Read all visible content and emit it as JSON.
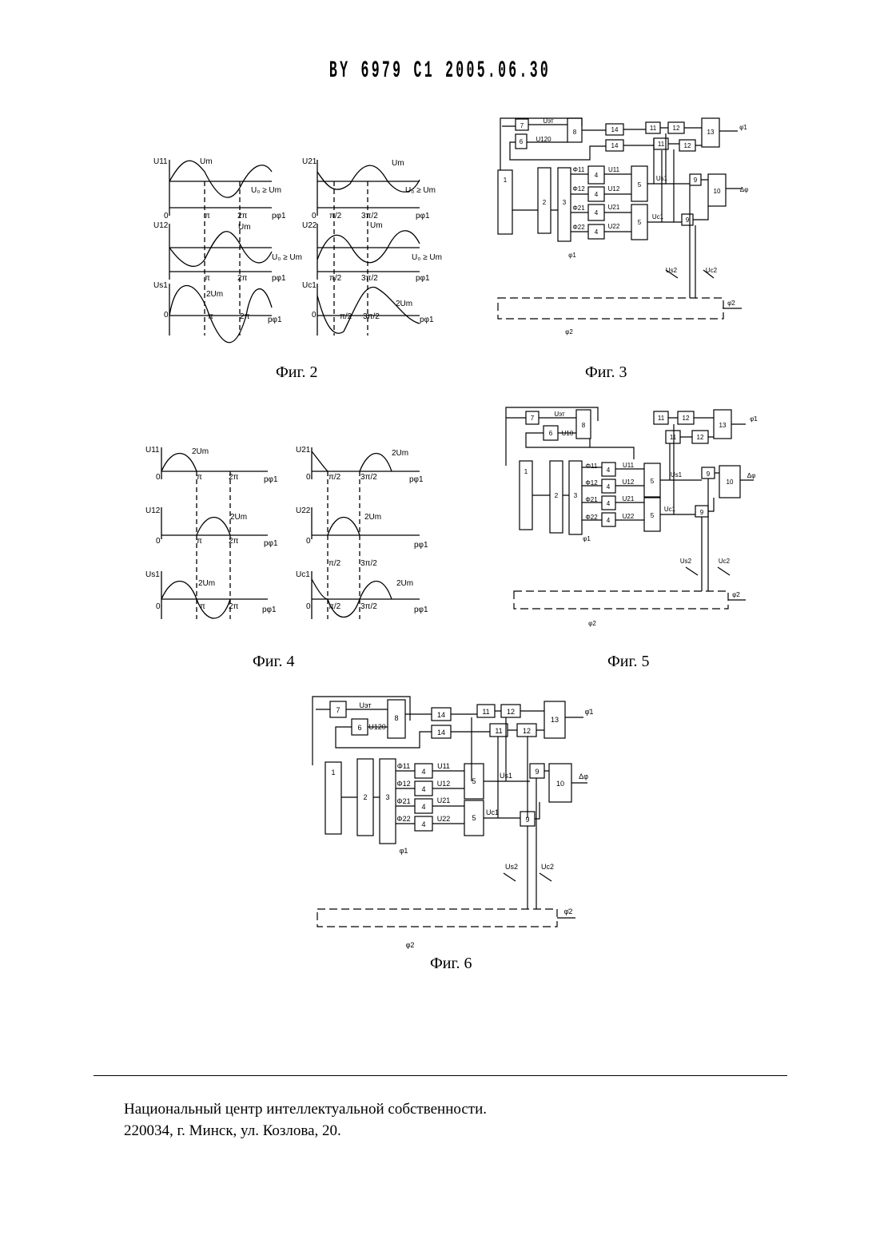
{
  "header": "BY 6979 C1 2005.06.30",
  "captions": {
    "fig2": "Фиг. 2",
    "fig3": "Фиг. 3",
    "fig4": "Фиг. 4",
    "fig5": "Фиг. 5",
    "fig6": "Фиг. 6"
  },
  "footer": {
    "line1": "Национальный центр интеллектуальной собственности.",
    "line2": "220034, г. Минск, ул. Козлова, 20."
  },
  "wave_labels": {
    "u11": "U11",
    "u12": "U12",
    "us1": "Us1",
    "u21": "U21",
    "u22": "U22",
    "uc1": "Uc1",
    "um": "Um",
    "two_um": "2Um",
    "u0": "U₀ ≥ Um",
    "zero": "0",
    "pi": "π",
    "two_pi": "2π",
    "pi2": "π/2",
    "three_pi2": "3π/2",
    "pphi1": "pφ1"
  },
  "block_labels": {
    "b1": "1",
    "b2": "2",
    "b3": "3",
    "b4": "4",
    "b5": "5",
    "b6": "6",
    "b7": "7",
    "b8": "8",
    "b9": "9",
    "b10": "10",
    "b11": "11",
    "b12": "12",
    "b13": "13",
    "b14": "14",
    "uet": "Uэт",
    "u120": "U120",
    "u10": "U10",
    "f11": "Φ11",
    "f12": "Φ12",
    "f21": "Φ21",
    "f22": "Φ22",
    "u11": "U11",
    "u12": "U12",
    "u21": "U21",
    "u22": "U22",
    "us1": "Us1",
    "uc1": "Uc1",
    "us2": "Us2",
    "uc2": "Uc2",
    "phi1dot": "φ̇1",
    "phi2dot": "φ̇2",
    "dphi": "Δφ",
    "phi1": "φ1",
    "phi2": "φ2",
    "plus": "+",
    "minus": "-"
  }
}
